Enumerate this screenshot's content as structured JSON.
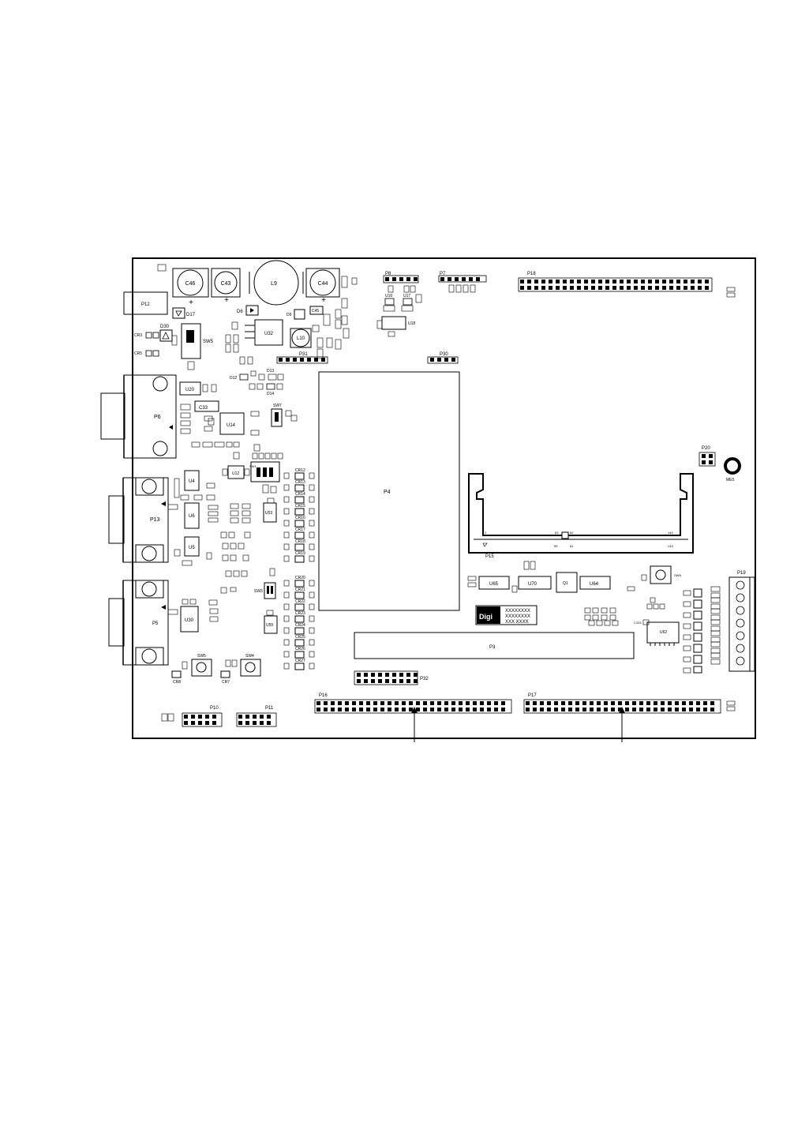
{
  "labels": {
    "c46": "C46",
    "c43": "C43",
    "l9": "L9",
    "c44": "C44",
    "p12": "P12",
    "d17": "D17",
    "d30": "D30",
    "cr3": "CR3",
    "cr5": "CR5",
    "sw5": "SW5",
    "d6": "D6",
    "u32": "U32",
    "l10": "L10",
    "d9": "D9",
    "c45": "C45",
    "p8": "P8",
    "u16": "U16",
    "u17": "U17",
    "u18": "U18",
    "p7": "P7",
    "p18": "P18",
    "p31": "P31",
    "p30": "P30",
    "d12": "D12",
    "d13": "D13",
    "d14": "D14",
    "u20": "U20",
    "p6": "P6",
    "c33": "C33",
    "u14": "U14",
    "sw7": "SW7",
    "p4": "P4",
    "p20": "P20",
    "me5": "ME5",
    "u4": "U4",
    "u12": "U12",
    "sw1": "SW1",
    "p13": "P13",
    "u6": "U6",
    "u53": "U53",
    "u5": "U5",
    "p15": "P15",
    "p19": "P19",
    "u65": "U65",
    "u70": "U70",
    "q1": "Q1",
    "u64": "U64",
    "sw8": "SW8",
    "sw3": "SW3",
    "u30": "U30",
    "p5": "P5",
    "u55": "U55",
    "u62": "U62",
    "c103": "C103",
    "p3": "P3",
    "sw5b": "SW5",
    "sw4": "SW4",
    "cr8": "CR8",
    "cr7": "CR7",
    "p32": "P32",
    "p16": "P16",
    "p17": "P17",
    "p10": "P10",
    "p11": "P11",
    "slot_2": "2",
    "slot_63": "63",
    "slot_62": "62",
    "slot_144": "144",
    "slot_59": "59",
    "slot_61": "61",
    "slot_143": "143",
    "plus1": "+",
    "plus2": "+",
    "plus3": "+",
    "cr12": "CR12",
    "cr13": "CR13",
    "cr14": "CR14",
    "cr15": "CR15",
    "cr16": "CR16",
    "cr17": "CR17",
    "cr18": "CR18",
    "cr19": "CR19",
    "cr20": "CR20",
    "cr21": "CR21",
    "cr22": "CR22",
    "cr23": "CR23",
    "cr24": "CR24",
    "cr25": "CR25",
    "cr26": "CR26",
    "cr27": "CR27"
  },
  "digi_logo": {
    "brand": "Digi",
    "lines": [
      "XXXXXXXX",
      "XXXXXXXX",
      "XXX XXXX"
    ]
  }
}
